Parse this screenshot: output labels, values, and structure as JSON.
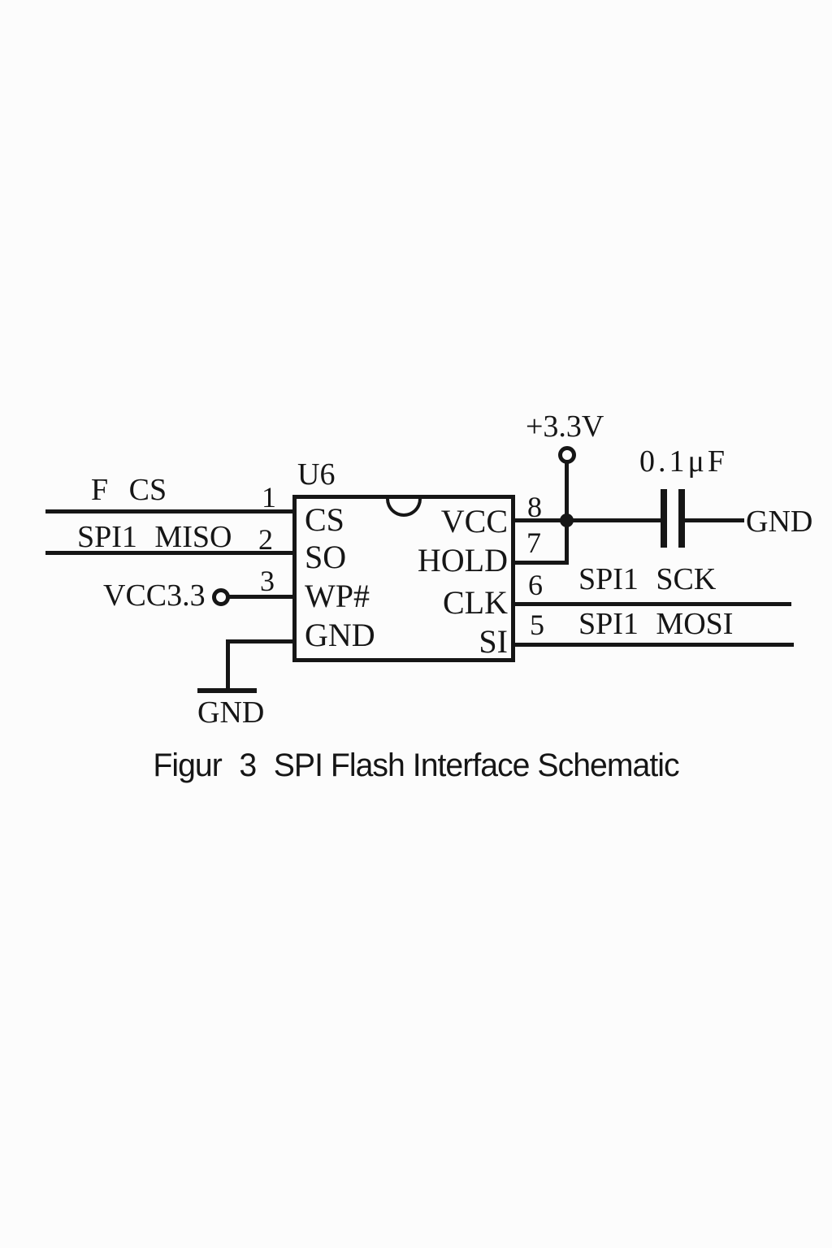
{
  "figure": {
    "caption_prefix": "Figur",
    "caption_number": "3",
    "caption_title": "SPI Flash Interface Schematic"
  },
  "component": {
    "refdes": "U6",
    "type": "SPI flash IC (8-pin)"
  },
  "pins": {
    "left": [
      {
        "num": "1",
        "label": "CS"
      },
      {
        "num": "2",
        "label": "SO"
      },
      {
        "num": "3",
        "label": "WP#"
      },
      {
        "num": "",
        "label": "GND"
      }
    ],
    "right": [
      {
        "num": "8",
        "label": "VCC"
      },
      {
        "num": "7",
        "label": "HOLD"
      },
      {
        "num": "6",
        "label": "CLK"
      },
      {
        "num": "5",
        "label": "SI"
      }
    ]
  },
  "nets": {
    "f_cs": "F CS",
    "spi1_miso": "SPI1 MISO",
    "vcc33": "VCC3.3",
    "gnd_bottom": "GND",
    "power_rail": "+3.3V",
    "cap_value": "0.1μF",
    "gnd_right": "GND",
    "spi1_sck": "SPI1 SCK",
    "spi1_mosi": "SPI1 MOSI"
  },
  "colors": {
    "ink": "#161616",
    "background": "#fcfcfc"
  }
}
